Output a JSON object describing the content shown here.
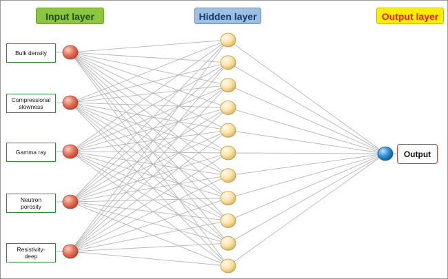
{
  "headers": {
    "input": "Input layer",
    "hidden": "Hidden layer",
    "output": "Output layer"
  },
  "inputs": [
    {
      "line1": "Bulk density",
      "line2": ""
    },
    {
      "line1": "Compressional",
      "line2": "slowness"
    },
    {
      "line1": "Gamma ray",
      "line2": ""
    },
    {
      "line1": "Neutron",
      "line2": "porosity"
    },
    {
      "line1": "Resistivity-",
      "line2": "deep"
    }
  ],
  "hidden_neuron_count": 11,
  "output_label": "Output",
  "colors": {
    "input_node": "#e8735a",
    "hidden_node": "#fbe3a6",
    "output_node": "#2f8fd8",
    "connection": "#b4b4b4"
  }
}
